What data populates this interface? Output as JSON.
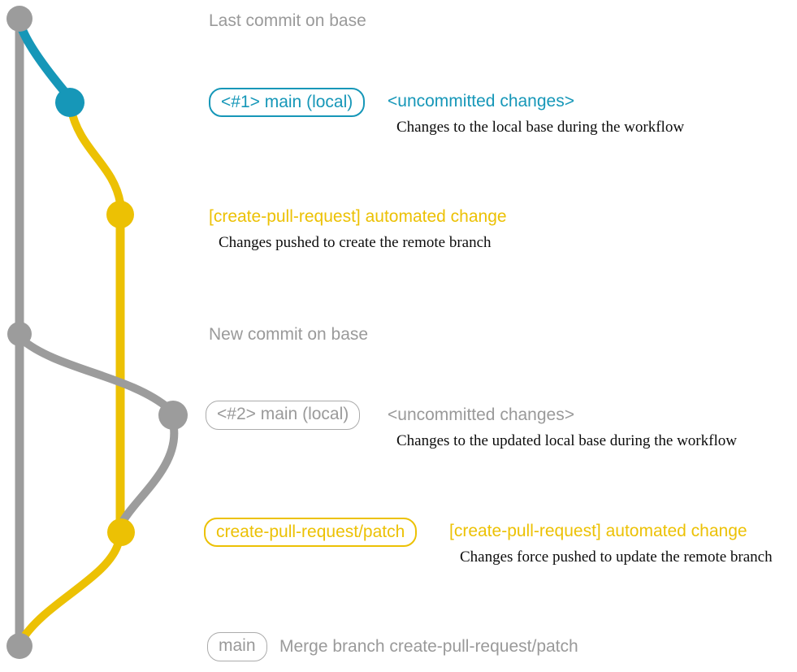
{
  "colors": {
    "teal": "#1697b8",
    "yellow": "#ecc104",
    "gray": "#9c9c9c",
    "badge_gray": "#ababab",
    "annotation_gray": "#9a9a9a",
    "description": "#0d0d0d"
  },
  "annotations": {
    "last_commit": "Last commit on base",
    "new_commit": "New commit on base"
  },
  "rows": {
    "row1": {
      "badge": "<#1> main (local)",
      "label": "<uncommitted changes>",
      "description": "Changes to the local base during the workflow"
    },
    "row2": {
      "label": "[create-pull-request] automated change",
      "description": "Changes pushed to create the remote branch"
    },
    "row3": {
      "badge": "<#2> main (local)",
      "label": "<uncommitted changes>",
      "description": "Changes to the updated local base during the workflow"
    },
    "row4": {
      "badge": "create-pull-request/patch",
      "label": "[create-pull-request] automated change",
      "description": "Changes force pushed to update the remote branch"
    },
    "row5": {
      "badge": "main",
      "label": "Merge branch create-pull-request/patch"
    }
  }
}
